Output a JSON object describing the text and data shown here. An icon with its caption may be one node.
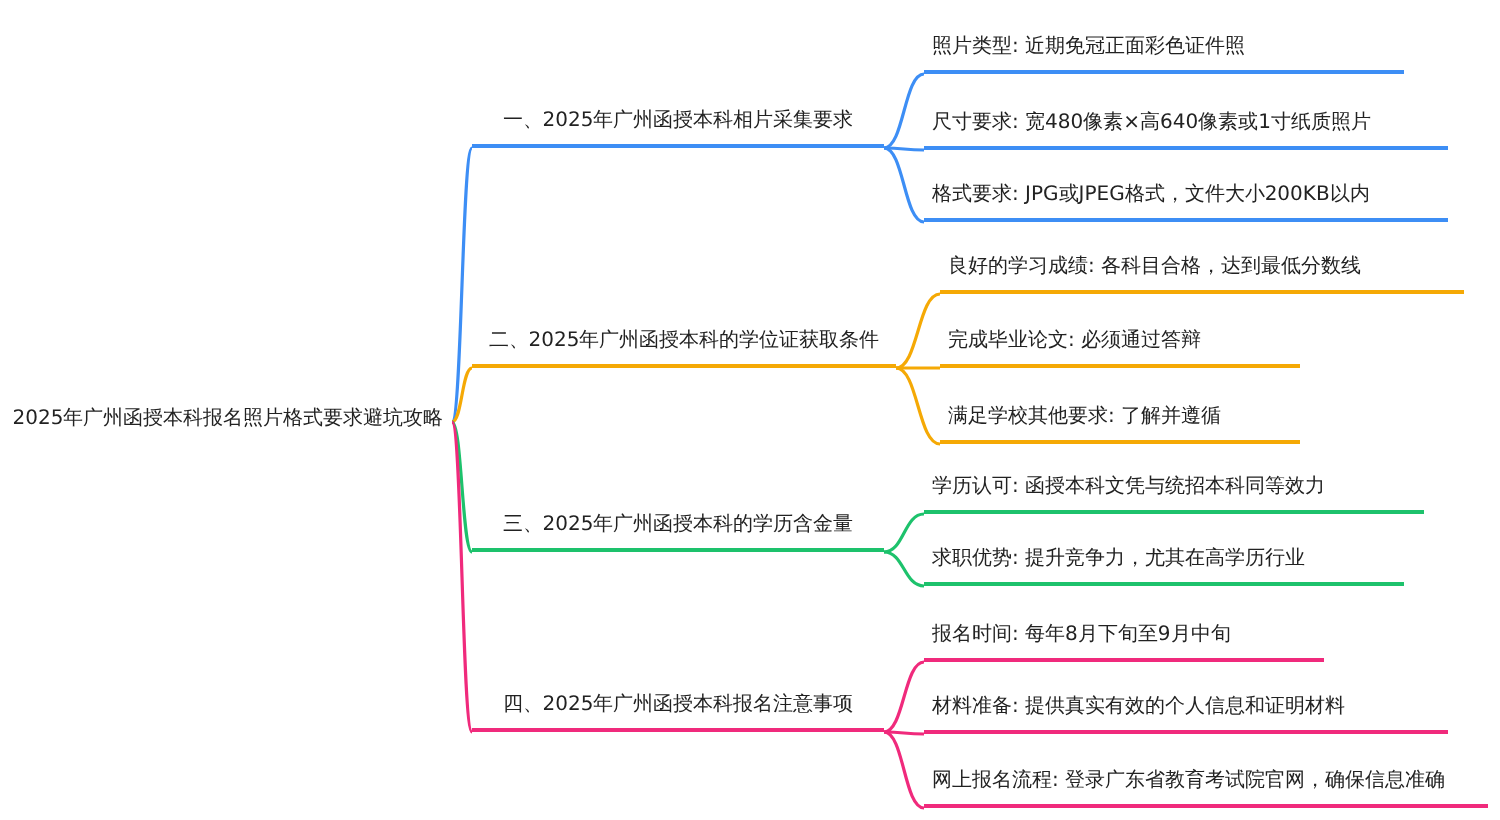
{
  "diagram": {
    "nodes": [
      {
        "text": [
          "2025年广州函授本科报名照片格式要求避坑攻略"
        ]
      },
      {
        "text": [
          "一、2025年广州函授本科相片采集要求"
        ]
      },
      {
        "text": [
          "照片类型: 近期免冠正面彩色证件照"
        ]
      },
      {
        "text": [
          "尺寸要求: 宽480像素×高640像素或1寸纸质照片"
        ]
      },
      {
        "text": [
          "格式要求: JPG或JPEG格式，文件大小200KB以内"
        ]
      },
      {
        "text": [
          "二、2025年广州函授本科的学位证获取条件"
        ]
      },
      {
        "text": [
          "良好的学习成绩: 各科目合格，达到最低分数线"
        ]
      },
      {
        "text": [
          "完成毕业论文: 必须通过答辩"
        ]
      },
      {
        "text": [
          "满足学校其他要求: 了解并遵循"
        ]
      },
      {
        "text": [
          "三、2025年广州函授本科的学历含金量"
        ]
      },
      {
        "text": [
          "学历认可: 函授本科文凭与统招本科同等效力"
        ]
      },
      {
        "text": [
          "求职优势: 提升竞争力，尤其在高学历行业"
        ]
      },
      {
        "text": [
          "四、2025年广州函授本科报名注意事项"
        ]
      },
      {
        "text": [
          "报名时间: 每年8月下旬至9月中旬"
        ]
      },
      {
        "text": [
          "材料准备: 提供真实有效的个人信息和证明材料"
        ]
      },
      {
        "text": [
          "网上报名流程: 登录广东省教育考试院官网，确保信息准确"
        ]
      }
    ],
    "edges": [
      {
        "from": 0,
        "to": 1,
        "arrow": "none",
        "color": "#3d8ef5"
      },
      {
        "from": 1,
        "to": 2,
        "arrow": "none",
        "color": "#3d8ef5"
      },
      {
        "from": 1,
        "to": 3,
        "arrow": "none",
        "color": "#3d8ef5"
      },
      {
        "from": 1,
        "to": 4,
        "arrow": "none",
        "color": "#3d8ef5"
      },
      {
        "from": 0,
        "to": 5,
        "arrow": "none",
        "color": "#f5a905"
      },
      {
        "from": 5,
        "to": 6,
        "arrow": "none",
        "color": "#f5a905"
      },
      {
        "from": 5,
        "to": 7,
        "arrow": "none",
        "color": "#f5a905"
      },
      {
        "from": 5,
        "to": 8,
        "arrow": "none",
        "color": "#f5a905"
      },
      {
        "from": 0,
        "to": 9,
        "arrow": "none",
        "color": "#1dc26c"
      },
      {
        "from": 9,
        "to": 10,
        "arrow": "none",
        "color": "#1dc26c"
      },
      {
        "from": 9,
        "to": 11,
        "arrow": "none",
        "color": "#1dc26c"
      },
      {
        "from": 0,
        "to": 12,
        "arrow": "none",
        "color": "#f02a7c"
      },
      {
        "from": 12,
        "to": 13,
        "arrow": "none",
        "color": "#f02a7c"
      },
      {
        "from": 12,
        "to": 14,
        "arrow": "none",
        "color": "#f02a7c"
      },
      {
        "from": 12,
        "to": 15,
        "arrow": "none",
        "color": "#f02a7c"
      }
    ]
  }
}
